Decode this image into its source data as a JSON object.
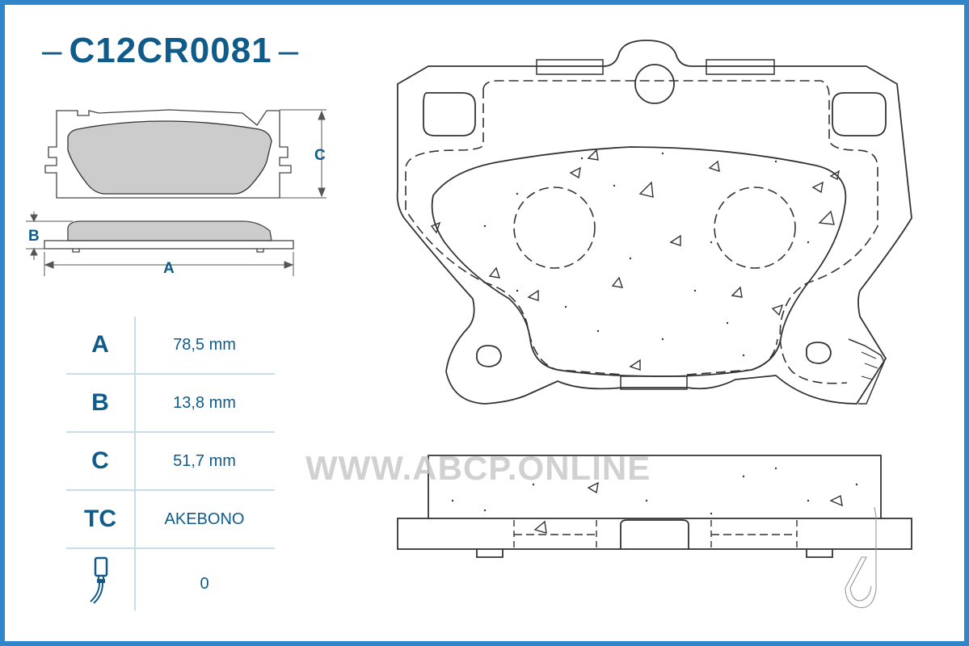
{
  "title": {
    "code": "C12CR0081",
    "dash": "–"
  },
  "dimension_labels": {
    "a": "A",
    "b": "B",
    "c": "C"
  },
  "specs": [
    {
      "key": "A",
      "value": "78,5 mm"
    },
    {
      "key": "B",
      "value": "13,8 mm"
    },
    {
      "key": "C",
      "value": "51,7 mm"
    },
    {
      "key": "TC",
      "value": "AKEBONO"
    },
    {
      "key_icon": "wear-sensor-icon",
      "value": "0"
    }
  ],
  "watermark": "WWW.ABCP.ONLINE",
  "colors": {
    "accent": "#0f5b8a",
    "border": "#2f86c9",
    "pad_fill": "#cccccc"
  }
}
